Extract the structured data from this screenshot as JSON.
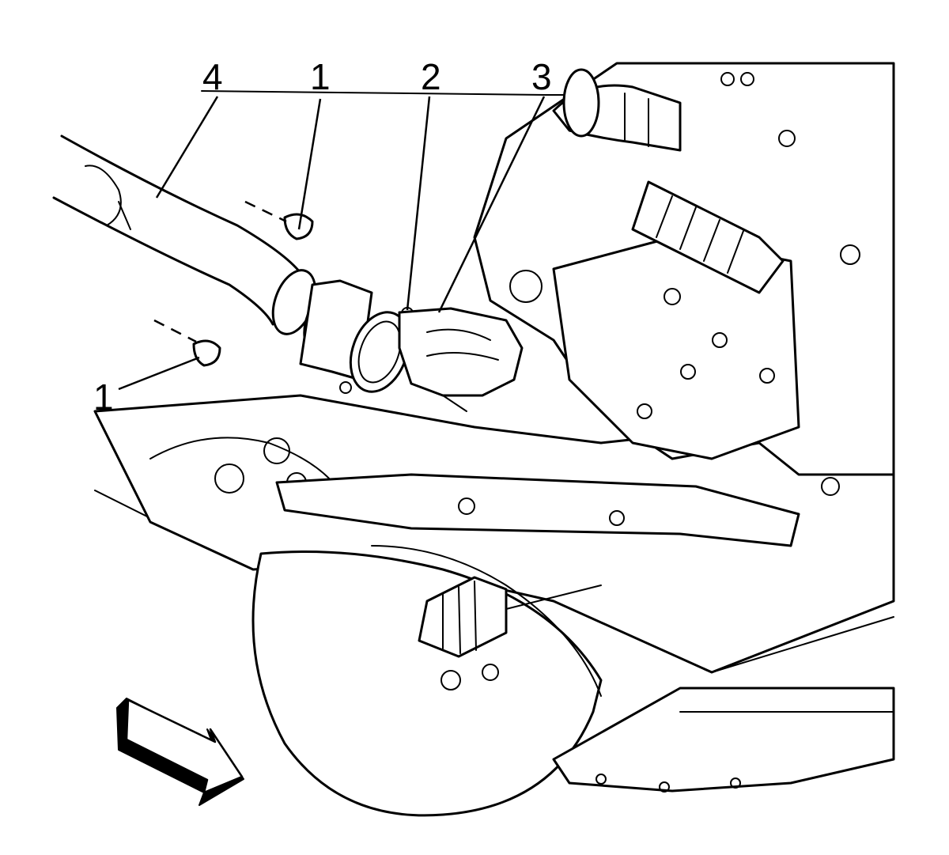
{
  "callouts": [
    {
      "id": "c1a",
      "label": "1"
    },
    {
      "id": "c2",
      "label": "2"
    },
    {
      "id": "c3",
      "label": "3"
    },
    {
      "id": "c4",
      "label": "4"
    },
    {
      "id": "c1b",
      "label": "1"
    }
  ],
  "icons": {
    "direction_arrow": "front-direction-arrow-icon"
  },
  "colors": {
    "line": "#000000",
    "background": "#ffffff"
  }
}
